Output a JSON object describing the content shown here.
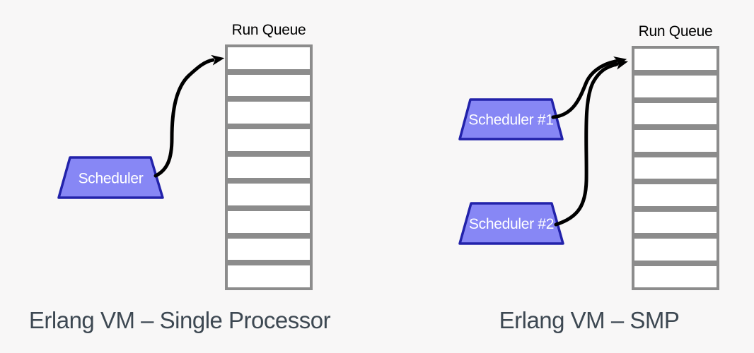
{
  "left_panel": {
    "run_queue_label": "Run Queue",
    "queue_cell_count": 9,
    "scheduler_label": "Scheduler",
    "caption": "Erlang VM – Single Processor"
  },
  "right_panel": {
    "run_queue_label": "Run Queue",
    "queue_cell_count": 9,
    "scheduler1_label": "Scheduler #1",
    "scheduler2_label": "Scheduler #2",
    "caption": "Erlang VM – SMP"
  },
  "colors": {
    "background": "#f8f7f7",
    "scheduler_fill": "#8787f5",
    "scheduler_border": "#2222aa",
    "scheduler_text": "#ffffff",
    "queue_border": "#8c8c8c",
    "queue_cell_fill": "#ffffff",
    "arrow": "#000000",
    "caption_text": "#3d4852",
    "label_text": "#000000"
  }
}
